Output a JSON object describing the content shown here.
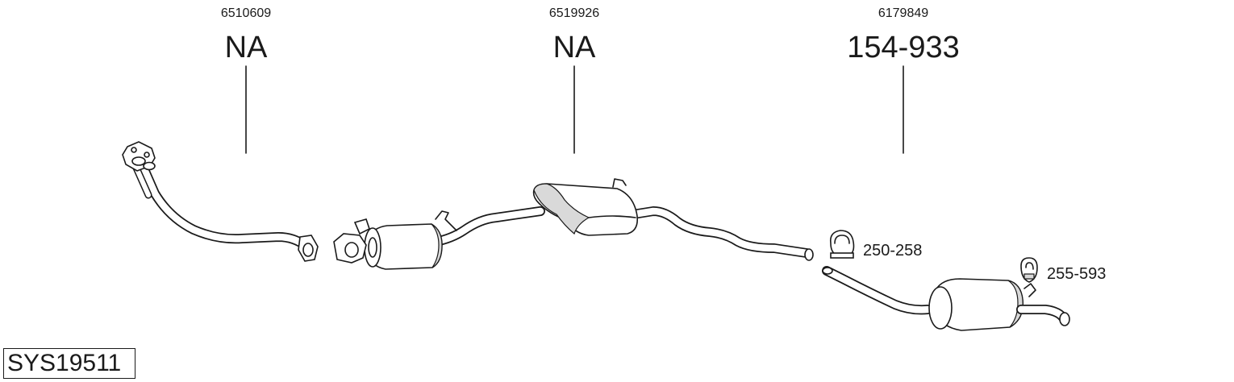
{
  "system_code": "SYS19511",
  "parts": [
    {
      "oem_number": "6510609",
      "part_label": "NA"
    },
    {
      "oem_number": "6519926",
      "part_label": "NA"
    },
    {
      "oem_number": "6179849",
      "part_label": "154-933"
    }
  ],
  "accessories": [
    {
      "label": "250-258",
      "icon": "pipe-clamp-icon"
    },
    {
      "label": "255-593",
      "icon": "rubber-hanger-icon"
    }
  ]
}
